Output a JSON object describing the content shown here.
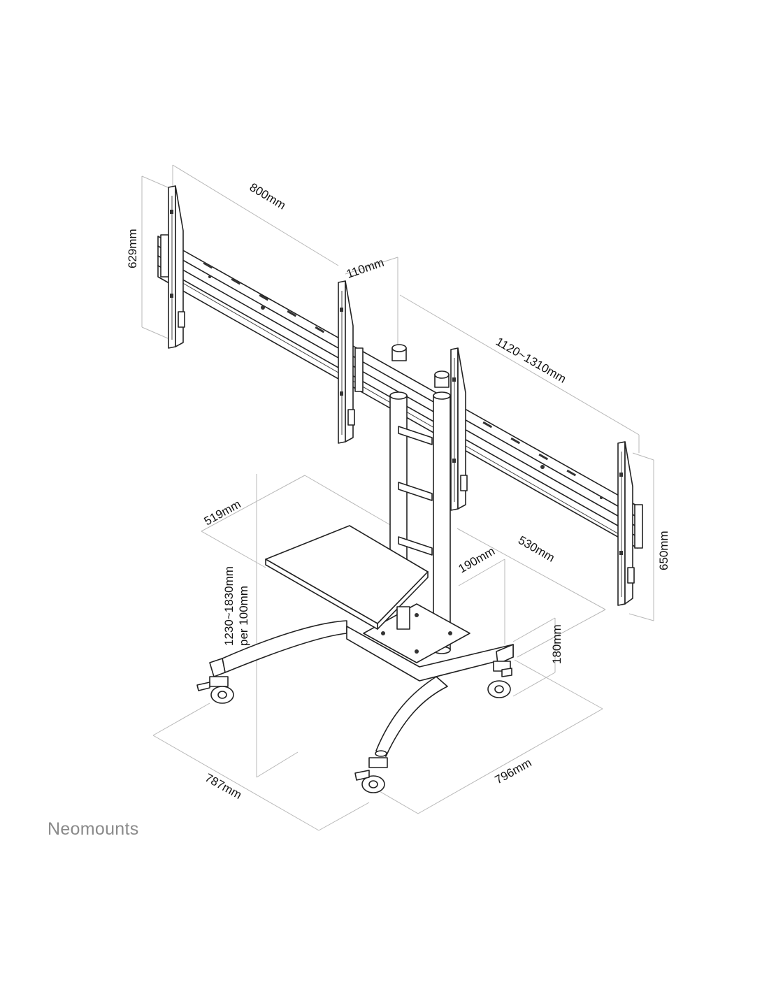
{
  "brand": {
    "name": "Neomounts"
  },
  "dimensions": {
    "d800": "800mm",
    "d629": "629mm",
    "d110": "110mm",
    "d1120": "1120~1310mm",
    "d650": "650mm",
    "d519": "519mm",
    "d530": "530mm",
    "d190": "190mm",
    "d1230": "1230~1830mm",
    "d1230b": "per 100mm",
    "d180": "180mm",
    "d787": "787mm",
    "d796": "796mm"
  },
  "colors": {
    "line": "#222222",
    "dimension_line": "#b8b8b8",
    "brand_text": "#8a8a8a",
    "background": "#ffffff"
  }
}
